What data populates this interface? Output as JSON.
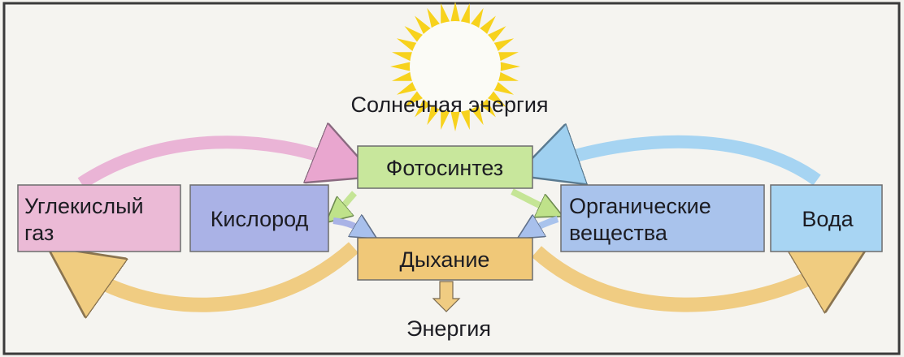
{
  "title": "Солнечная энергия",
  "nodes": {
    "photosynthesis": "Фотосинтез",
    "respiration": "Дыхание",
    "co2": [
      "Углекислый",
      "газ"
    ],
    "oxygen": "Кислород",
    "organic": [
      "Органические",
      "вещества"
    ],
    "water": "Вода"
  },
  "output": "Энергия",
  "colors": {
    "sun": "#f7d21c",
    "photosynthesis": "#c8e79c",
    "respiration": "#f0c878",
    "co2": "#ebbad6",
    "oxygen": "#aab2e6",
    "organic": "#a9c3ec",
    "water": "#a8d5f3"
  }
}
